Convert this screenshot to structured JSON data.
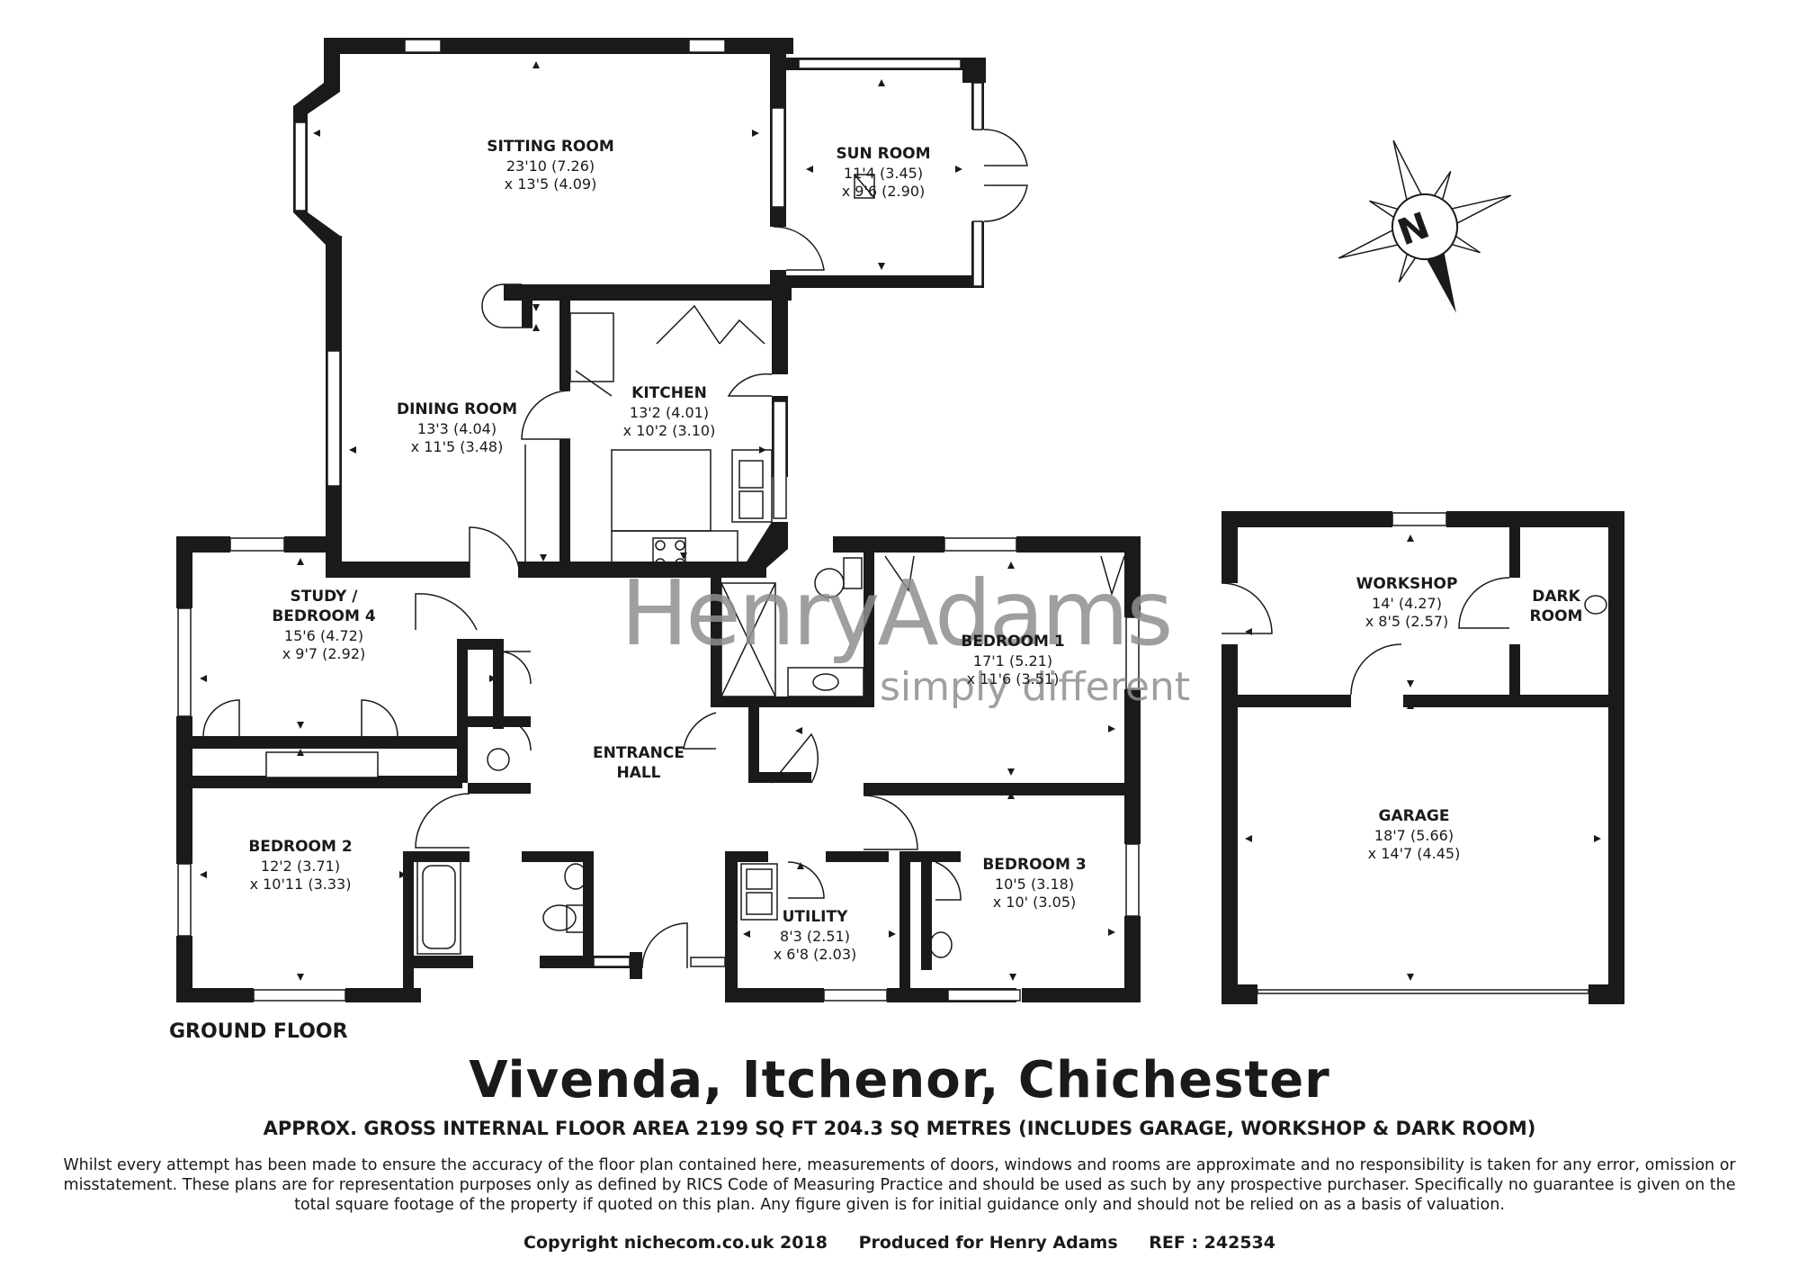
{
  "rooms": [
    {
      "name": "SITTING ROOM",
      "dims": [
        "23'10 (7.26)",
        "x 13'5 (4.09)"
      ]
    },
    {
      "name": "SUN ROOM",
      "dims": [
        "11'4 (3.45)",
        "x 9'6 (2.90)"
      ]
    },
    {
      "name": "DINING ROOM",
      "dims": [
        "13'3 (4.04)",
        "x 11'5 (3.48)"
      ]
    },
    {
      "name": "KITCHEN",
      "dims": [
        "13'2 (4.01)",
        "x 10'2 (3.10)"
      ]
    },
    {
      "name": "STUDY /",
      "name2": "BEDROOM 4",
      "dims": [
        "15'6 (4.72)",
        "x 9'7 (2.92)"
      ]
    },
    {
      "name": "BEDROOM 1",
      "dims": [
        "17'1 (5.21)",
        "x 11'6 (3.51)"
      ]
    },
    {
      "name": "ENTRANCE",
      "name2": "HALL",
      "dims": []
    },
    {
      "name": "BEDROOM 2",
      "dims": [
        "12'2 (3.71)",
        "x 10'11 (3.33)"
      ]
    },
    {
      "name": "BEDROOM 3",
      "dims": [
        "10'5 (3.18)",
        "x 10' (3.05)"
      ]
    },
    {
      "name": "UTILITY",
      "dims": [
        "8'3 (2.51)",
        "x 6'8 (2.03)"
      ]
    },
    {
      "name": "WORKSHOP",
      "dims": [
        "14' (4.27)",
        "x 8'5 (2.57)"
      ]
    },
    {
      "name": "DARK",
      "name2": "ROOM",
      "dims": []
    },
    {
      "name": "GARAGE",
      "dims": [
        "18'7 (5.66)",
        "x 14'7 (4.45)"
      ]
    }
  ],
  "compass_label": "N",
  "watermark": {
    "brand": "HenryAdams",
    "tagline": "simply different"
  },
  "floor_label": "GROUND FLOOR",
  "property_title": "Vivenda, Itchenor, Chichester",
  "area_line": "APPROX. GROSS INTERNAL FLOOR AREA 2199 SQ FT 204.3 SQ METRES (INCLUDES GARAGE, WORKSHOP & DARK ROOM)",
  "disclaimer": "Whilst every attempt has been made to ensure the accuracy of the floor plan contained here, measurements of doors, windows and rooms are approximate and no responsibility is taken for any error, omission or misstatement. These plans are for representation purposes only as defined by RICS Code of Measuring Practice and should be used as such by any prospective purchaser.  Specifically no guarantee is given on the total square footage of the property if quoted on this plan. Any figure given is for initial guidance only and should not be relied on as a basis of valuation.",
  "credits": {
    "copyright": "Copyright nichecom.co.uk 2018",
    "produced": "Produced for Henry Adams",
    "ref": "REF : 242534"
  }
}
